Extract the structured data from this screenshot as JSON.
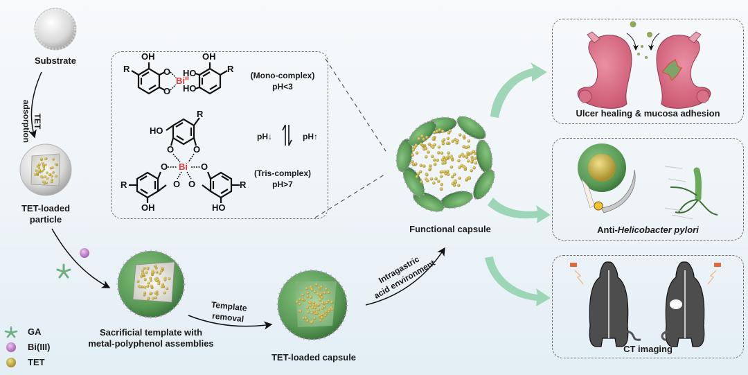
{
  "title": "Bi(III)-polyphenol TET-loaded capsule schematic",
  "colors": {
    "ga_green": "#6fae7e",
    "bi_purple": "#c58ad0",
    "tet_yellow": "#c9b34a",
    "capsule_green": "#5f9a5c",
    "arrow_mint": "#8fd0ac",
    "stomach_pink": "#d9708a",
    "bi_red": "#e03a3a"
  },
  "left_flow": {
    "substrate_label": "Substrate",
    "adsorption_step": {
      "line1": "TET",
      "line2": "adsorption"
    },
    "tet_particle_label": {
      "line1": "TET-loaded",
      "line2": "particle"
    },
    "sacrificial_label": {
      "line1": "Sacrificial template with",
      "line2": "metal-polyphenol assemblies"
    },
    "template_removal": {
      "line1": "Template",
      "line2": "removal"
    },
    "tet_capsule_label": "TET-loaded capsule",
    "acid_step": {
      "line1": "Intragastric",
      "line2": "acid environment"
    }
  },
  "legend": [
    {
      "icon": "star-icon",
      "label": "GA"
    },
    {
      "icon": "purple-circle-icon",
      "label": "Bi(III)"
    },
    {
      "icon": "yellow-circle-icon",
      "label": "TET"
    }
  ],
  "chemistry_box": {
    "mono": {
      "oh_top_left": "OH",
      "r_left": "R",
      "o1": "O",
      "o2": "O",
      "bi": "Bi",
      "bi_ox": "III",
      "oh_top_right": "OH",
      "ho_upper": "HO",
      "ho_lower": "HO",
      "r_right": "R",
      "name": "(Mono-complex)",
      "ph": "pH<3"
    },
    "equilibrium": {
      "left": "pH↓",
      "right": "pH↑"
    },
    "tris": {
      "r_top": "R",
      "ho_top": "HO",
      "o_tl": "O",
      "o_tr": "O",
      "o_ml": "O",
      "bi": "Bi",
      "o_mr": "O",
      "r_left": "R",
      "o_bl": "O",
      "o_br": "O",
      "r_right": "R",
      "oh_bottom_left": "OH",
      "ho_bottom_right": "HO",
      "name": "(Tris-complex)",
      "ph": "pH>7"
    }
  },
  "center": {
    "functional_capsule_label": "Functional capsule"
  },
  "panels": [
    {
      "id": "ulcer",
      "label": "Ulcer healing & mucosa adhesion"
    },
    {
      "id": "hp",
      "label_prefix": "Anti-",
      "label_italic": "Helicobacter pylori"
    },
    {
      "id": "ct",
      "label": "CT imaging"
    }
  ]
}
